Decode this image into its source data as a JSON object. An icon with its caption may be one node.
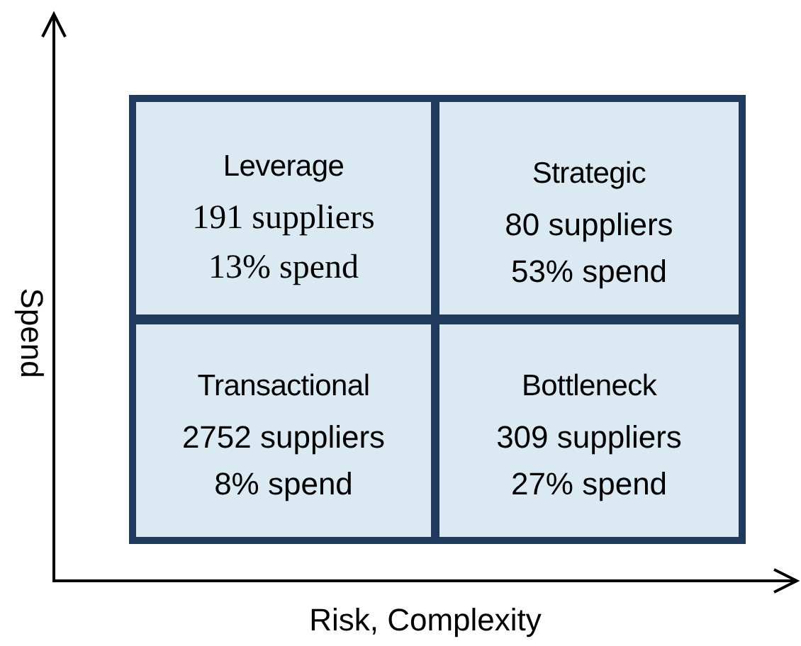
{
  "diagram": {
    "nodes": [
      {
        "text": [
          "Leverage",
          "191 suppliers",
          "13% spend"
        ]
      },
      {
        "text": [
          "Strategic",
          "80 suppliers",
          "53% spend"
        ]
      },
      {
        "text": [
          "Transactional",
          "2752 suppliers",
          "8% spend"
        ]
      },
      {
        "text": [
          "Bottleneck",
          "309 suppliers",
          "27% spend"
        ]
      }
    ],
    "edges": [],
    "labels": [
      "Spend",
      "Risk, Complexity"
    ]
  }
}
